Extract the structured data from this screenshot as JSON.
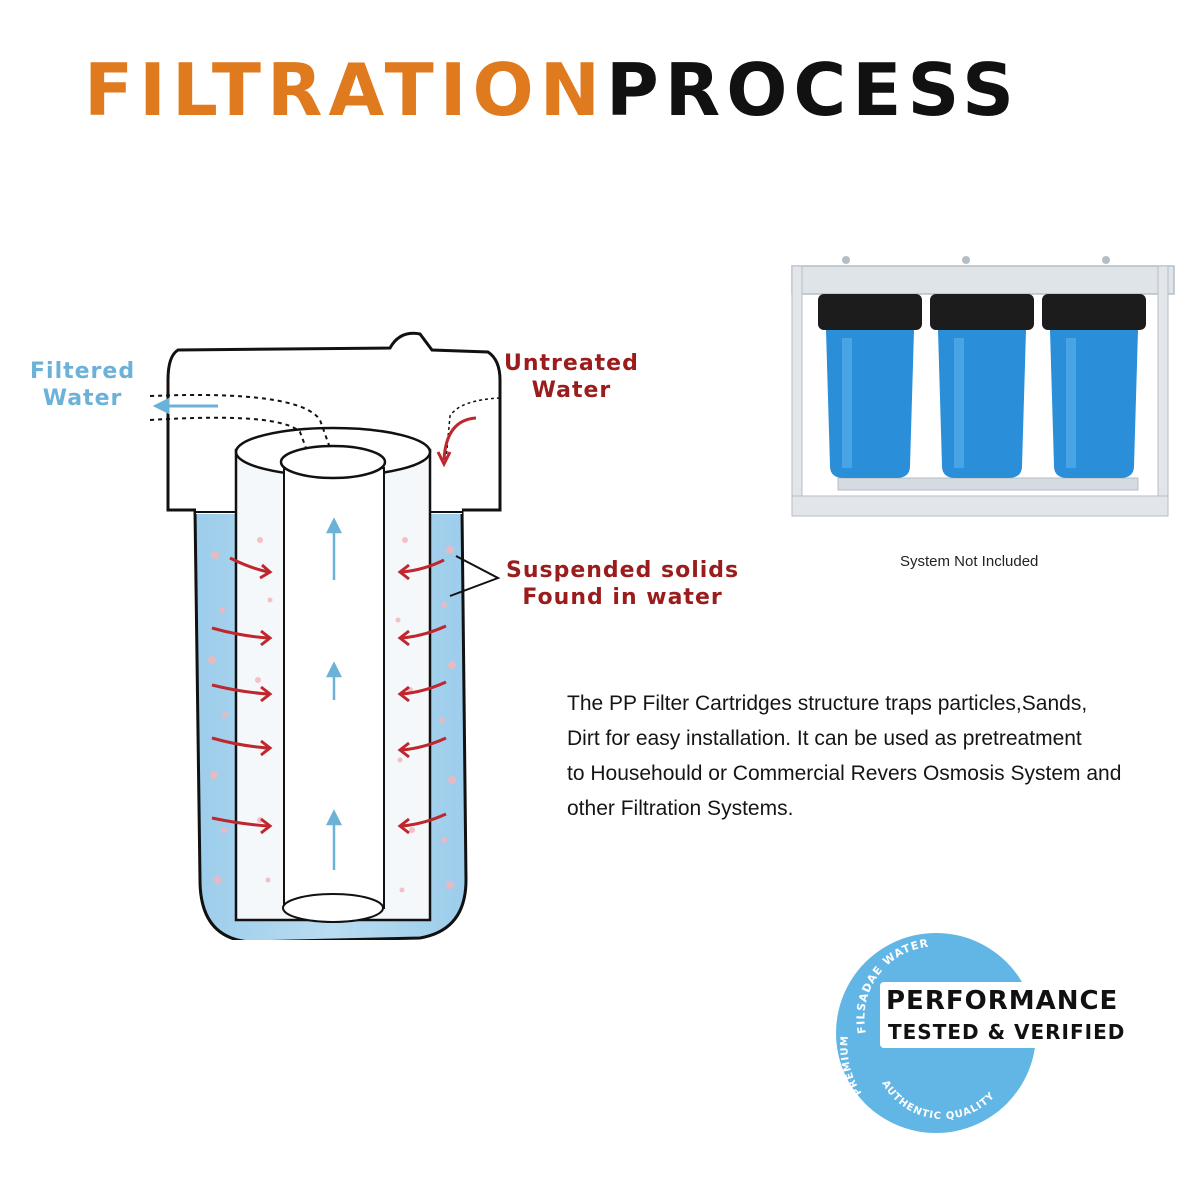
{
  "title": {
    "part1": "FILTRATION",
    "part2": "PROCESS"
  },
  "labels": {
    "filtered": [
      "Filtered",
      "Water"
    ],
    "untreated": [
      "Untreated",
      "Water"
    ],
    "solids": [
      "Suspended solids",
      "Found in water"
    ]
  },
  "caption": "System Not  Included",
  "description": [
    "The PP Filter Cartridges structure traps particles,Sands,",
    "Dirt for easy installation. It can be used as pretreatment",
    "to Househould or Commercial Revers Osmosis System and",
    "other Filtration Systems."
  ],
  "badge": {
    "title": "PERFORMANCE",
    "subtitle": "TESTED & VERIFIED",
    "ring_top": "FILSADAE WATER",
    "ring_left": "PREMIUM",
    "ring_bottom": "AUTHENTIC QUALITY"
  },
  "colors": {
    "accent_orange": "#e07a1f",
    "water_blue": "#6cb2d8",
    "arrow_red": "#c0262d",
    "badge_blue": "#62b6e6",
    "housing_blue": "#2a8fd8"
  },
  "icons": [
    "inflow-arrow-icon",
    "outflow-arrow-icon",
    "upward-flow-arrow-icon"
  ]
}
